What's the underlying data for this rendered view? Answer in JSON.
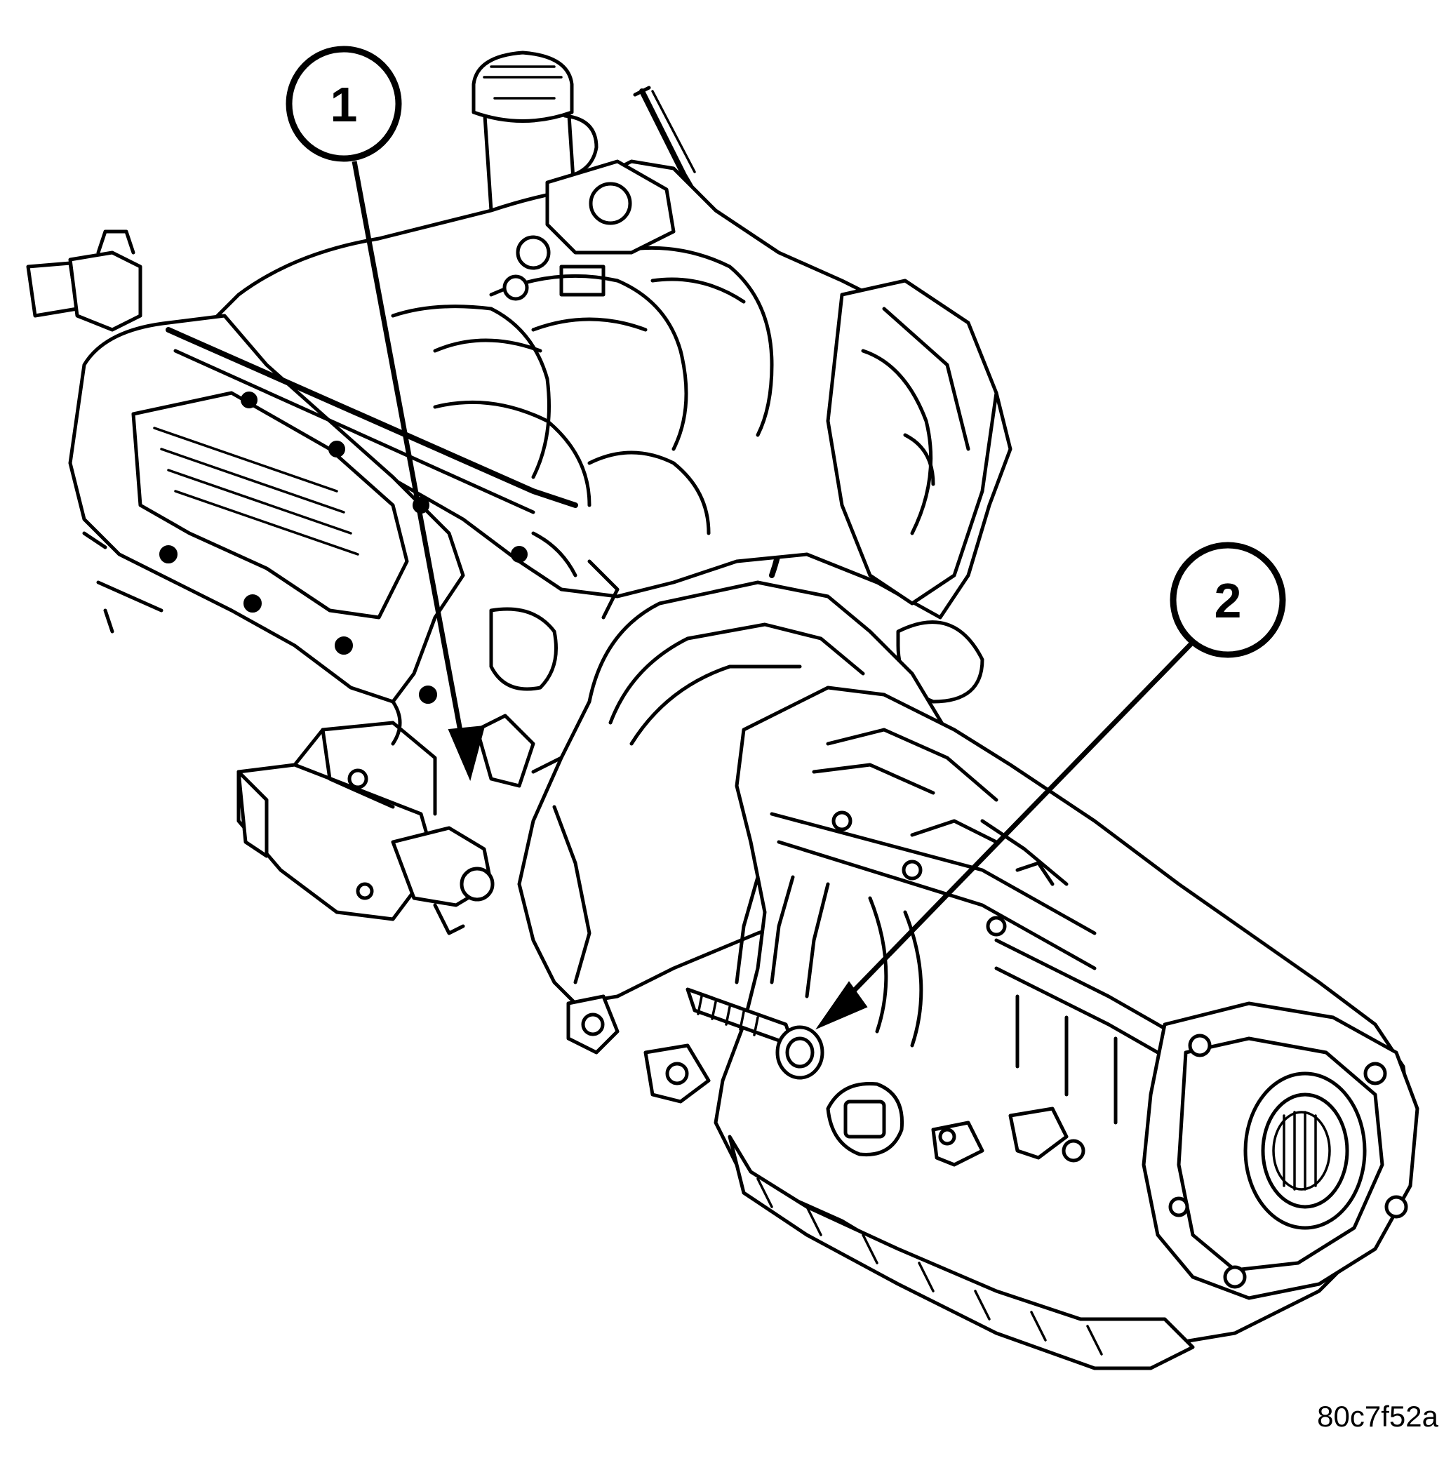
{
  "callouts": [
    {
      "number": "1"
    },
    {
      "number": "2"
    }
  ],
  "figure_id": "80c7f52a"
}
